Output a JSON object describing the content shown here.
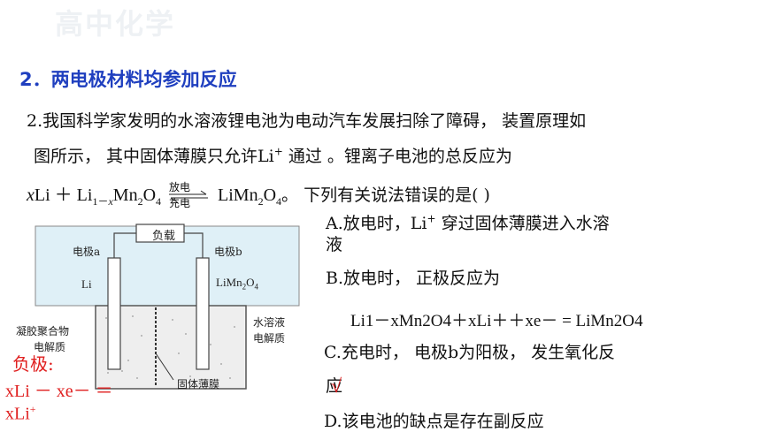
{
  "watermark": "高中化学",
  "heading": "2．两电极材料均参加反应",
  "question": {
    "line1": "2.我国科学家发明的水溶液锂电池为电动汽车发展扫除了障碍， 装置原理如",
    "line2_a": "图所示， 其中固体薄膜只允许Li",
    "line2_sup": "+",
    "line2_b": " 通过 。锂离子电池的总反应为",
    "eq_x": "x",
    "eq_li": "Li ＋ Li",
    "eq_sub1": "1－",
    "eq_subx": "x",
    "eq_mn": "Mn",
    "eq_sub2": "2",
    "eq_o": "O",
    "eq_sub4": "4",
    "arrow_top": "放电",
    "arrow_bottom": "充电",
    "eq_product": "LiMn",
    "eq_p2": "2",
    "eq_po": "O",
    "eq_p4": "4",
    "eq_end": "。 下列有关说法错误的是(       )"
  },
  "options": {
    "a_line1": "A.放电时，Li",
    "a_sup": "+",
    "a_line1b": " 穿过固体薄膜进入水溶",
    "a_line2": "液",
    "b_line1": "B.放电时， 正极反应为",
    "b_eq": "Li1－xMn2O4＋xLi＋＋xe－ = LiMn2O4",
    "c_line1": "C.充电时， 电极b为阳极， 发生氧化反",
    "c_line2": "应",
    "d_line1": "D.该电池的缺点是存在副反应"
  },
  "diagram": {
    "load": "负载",
    "electrode_a": "电极a",
    "electrode_b": "电极b",
    "li": "Li",
    "limn": "LiMn",
    "limn_sub2": "2",
    "limn_o": "O",
    "limn_sub4": "4",
    "gel": "凝胶聚合物",
    "gel2": "电解质",
    "aqueous": "水溶液",
    "aqueous2": "电解质",
    "membrane": "固体薄膜"
  },
  "annotation": {
    "neg_title": "负极:",
    "neg_eq1": "xLi － xe－ ＝",
    "neg_eq2": "xLi",
    "neg_sup": "+",
    "check": "√"
  },
  "colors": {
    "heading": "#1f3fbf",
    "annotation": "#e02020",
    "diagram_bg": "#dff0f7"
  }
}
